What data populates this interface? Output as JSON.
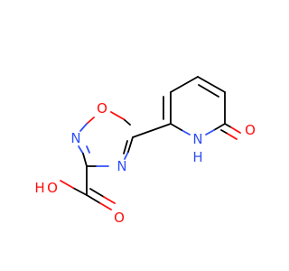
{
  "molecule": {
    "atoms": {
      "ring_oxygen": "O",
      "nitrogen_left": "N",
      "nitrogen_right": "N",
      "pyridone_nh_n": "N",
      "pyridone_nh_h": "H",
      "carbonyl_oxygen": "O",
      "carboxyl_carbonyl_oxygen": "O",
      "hydroxyl_oxygen": "O",
      "hydroxyl_hydrogen": "H"
    },
    "colors": {
      "carbon_bond": "#000000",
      "oxygen": "#ff0d0d",
      "nitrogen": "#3050f8"
    }
  }
}
